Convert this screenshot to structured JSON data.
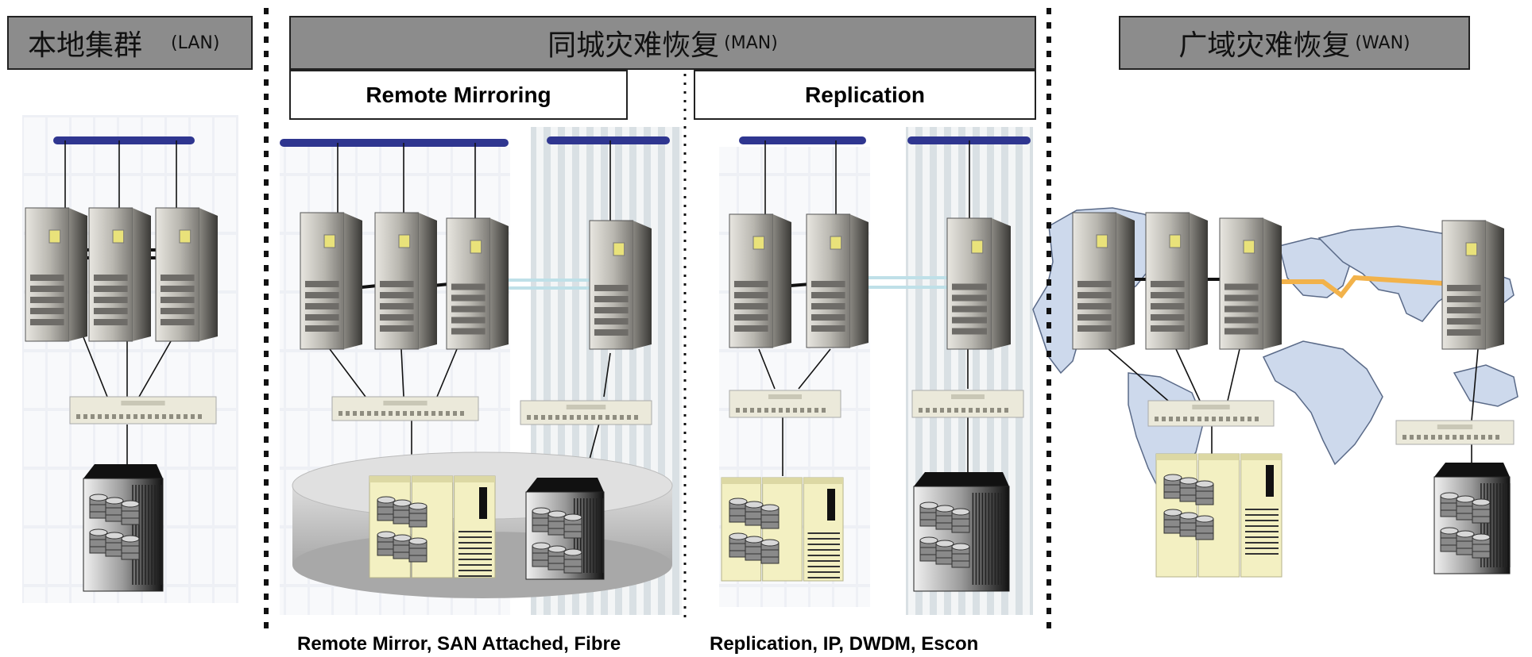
{
  "sections": {
    "lan": {
      "title": "本地集群",
      "tag": "(LAN)"
    },
    "man": {
      "title": "同城灾难恢复",
      "tag": "(MAN)"
    },
    "wan": {
      "title": "广域灾难恢复",
      "tag": "(WAN)"
    }
  },
  "subsections": {
    "remote_mirroring": "Remote Mirroring",
    "replication": "Replication"
  },
  "captions": {
    "remote_mirroring": "Remote Mirror, SAN Attached, Fibre",
    "replication": "Replication, IP, DWDM, Escon"
  },
  "colors": {
    "header_bg": "#8c8c8c",
    "network_bar": "#2f3690",
    "mirror_link": "#bfe0e8",
    "wan_link": "#f2b24a",
    "map_fill": "#cdd9ec"
  }
}
